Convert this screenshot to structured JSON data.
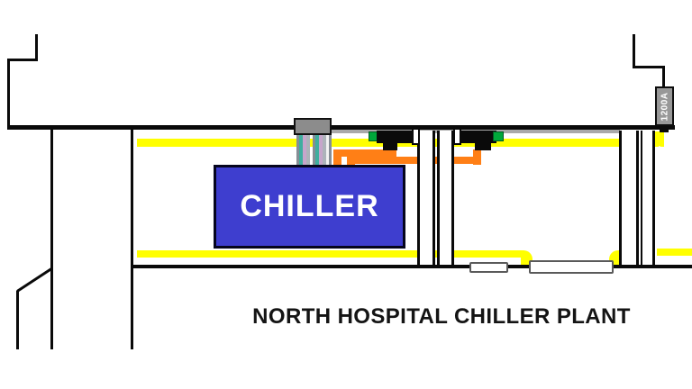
{
  "caption": {
    "text": "NORTH HOSPITAL CHILLER PLANT"
  },
  "chiller": {
    "label": "CHILLER"
  },
  "breaker": {
    "label": "1200A"
  },
  "colors": {
    "pipe_yellow": "#FFFF00",
    "pipe_orange": "#FF7F16",
    "chiller_blue": "#3E3ECF",
    "valve_status_green": "#00A83B",
    "equipment_gray": "#8C8C8C",
    "duct_gray": "#A9A9A9",
    "wall_black": "#0A0A0A"
  }
}
